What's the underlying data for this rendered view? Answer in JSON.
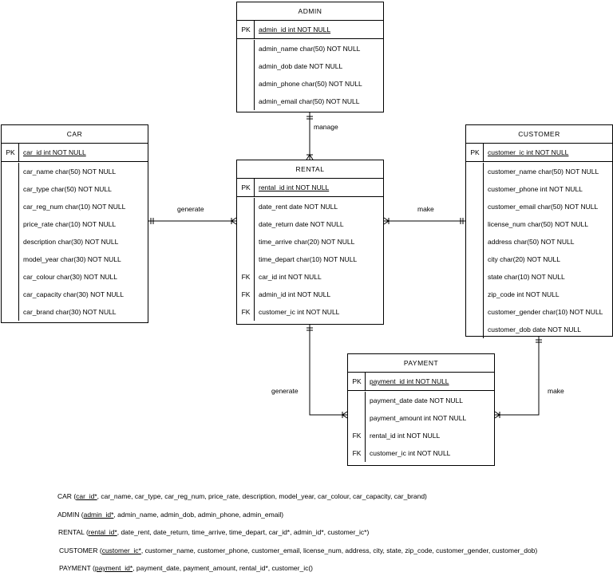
{
  "entities": {
    "admin": {
      "title": "ADMIN",
      "pk": {
        "key": "PK",
        "name": "admin_id",
        "rest": " int NOT NULL"
      },
      "attrs": [
        {
          "key": "",
          "text": "admin_name char(50) NOT NULL"
        },
        {
          "key": "",
          "text": "admin_dob date NOT NULL"
        },
        {
          "key": "",
          "text": "admin_phone char(50) NOT NULL"
        },
        {
          "key": "",
          "text": "admin_email char(50) NOT NULL"
        }
      ]
    },
    "car": {
      "title": "CAR",
      "pk": {
        "key": "PK",
        "name": "car_id",
        "rest": " int NOT NULL"
      },
      "attrs": [
        {
          "key": "",
          "text": "car_name char(50) NOT NULL"
        },
        {
          "key": "",
          "text": "car_type char(50) NOT NULL"
        },
        {
          "key": "",
          "text": "car_reg_num char(10) NOT NULL"
        },
        {
          "key": "",
          "text": "price_rate char(10) NOT NULL"
        },
        {
          "key": "",
          "text": "description char(30) NOT NULL"
        },
        {
          "key": "",
          "text": "model_year char(30) NOT NULL"
        },
        {
          "key": "",
          "text": "car_colour char(30) NOT NULL"
        },
        {
          "key": "",
          "text": "car_capacity char(30) NOT NULL"
        },
        {
          "key": "",
          "text": "car_brand char(30) NOT NULL"
        }
      ]
    },
    "rental": {
      "title": "RENTAL",
      "pk": {
        "key": "PK",
        "name": "rental_id",
        "rest": " int NOT NULL"
      },
      "attrs": [
        {
          "key": "",
          "text": "date_rent date NOT NULL"
        },
        {
          "key": "",
          "text": "date_return date NOT NULL"
        },
        {
          "key": "",
          "text": "time_arrive char(20) NOT NULL"
        },
        {
          "key": "",
          "text": "time_depart char(10) NOT NULL"
        },
        {
          "key": "FK",
          "text": "car_id int NOT NULL"
        },
        {
          "key": "FK",
          "text": "admin_id int NOT NULL"
        },
        {
          "key": "FK",
          "text": "customer_ic int NOT NULL"
        }
      ]
    },
    "customer": {
      "title": "CUSTOMER",
      "pk": {
        "key": "PK",
        "name": "customer_ic",
        "rest": " int NOT NULL"
      },
      "attrs": [
        {
          "key": "",
          "text": "customer_name char(50) NOT NULL"
        },
        {
          "key": "",
          "text": "customer_phone int NOT NULL"
        },
        {
          "key": "",
          "text": "customer_email char(50) NOT NULL"
        },
        {
          "key": "",
          "text": "license_num char(50) NOT NULL"
        },
        {
          "key": "",
          "text": "address char(50) NOT NULL"
        },
        {
          "key": "",
          "text": "city char(20) NOT NULL"
        },
        {
          "key": "",
          "text": "state char(10) NOT NULL"
        },
        {
          "key": "",
          "text": "zip_code int NOT NULL"
        },
        {
          "key": "",
          "text": "customer_gender char(10) NOT NULL"
        },
        {
          "key": "",
          "text": "customer_dob date NOT NULL"
        }
      ]
    },
    "payment": {
      "title": "PAYMENT",
      "pk": {
        "key": "PK",
        "name": "payment_id",
        "rest": " int NOT NULL"
      },
      "attrs": [
        {
          "key": "",
          "text": "payment_date date NOT NULL"
        },
        {
          "key": "",
          "text": "payment_amount int NOT NULL"
        },
        {
          "key": "FK",
          "text": "rental_id int NOT NULL"
        },
        {
          "key": "FK",
          "text": "customer_ic int NOT NULL"
        }
      ]
    }
  },
  "relationships": {
    "admin_rental": "manage",
    "car_rental": "generate",
    "rental_customer": "make",
    "rental_payment": "generate",
    "customer_payment": "make"
  },
  "schemas": [
    {
      "name": "CAR",
      "key": "car_id*",
      "rest": ", car_name, car_type, car_reg_num, price_rate, description, model_year, car_colour, car_capacity, car_brand)"
    },
    {
      "name": "ADMIN",
      "key": "admin_id*",
      "rest": ", admin_name, admin_dob, admin_phone, admin_email)"
    },
    {
      "name": "RENTAL",
      "key": "rental_id*",
      "rest": ", date_rent, date_return, time_arrive, time_depart, car_id*, admin_id*, customer_ic*)"
    },
    {
      "name": "CUSTOMER",
      "key": "customer_ic*",
      "rest": ", customer_name, customer_phone, customer_email, license_num, address, city, state, zip_code, customer_gender, customer_dob)"
    },
    {
      "name": "PAYMENT",
      "key": "payment_id*",
      "rest": ", payment_date, payment_amount, rental_id*, customer_ic()"
    }
  ]
}
